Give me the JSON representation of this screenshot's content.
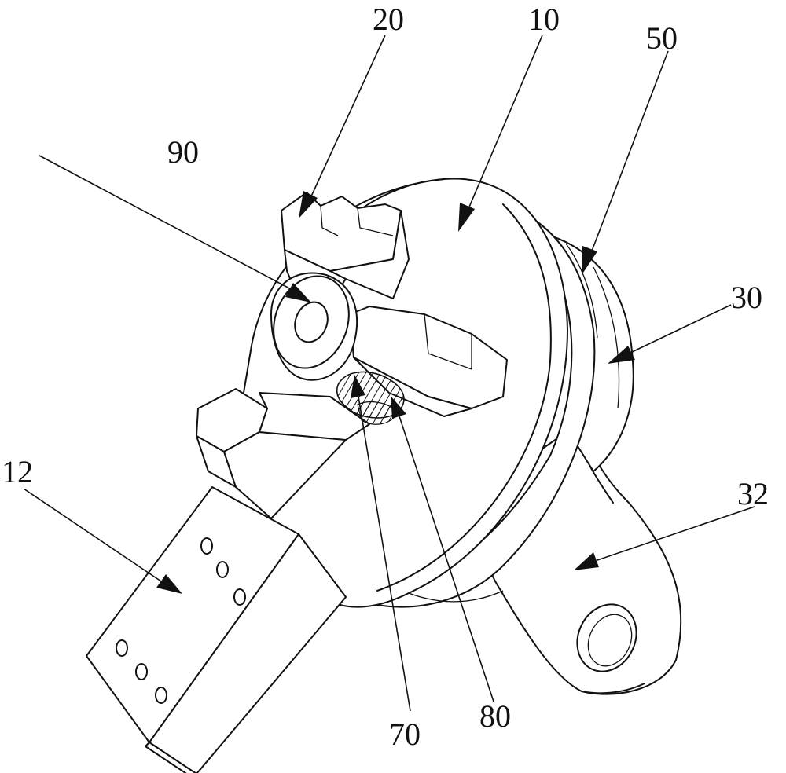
{
  "figure": {
    "labels": [
      {
        "key": "l20",
        "text": "20"
      },
      {
        "key": "l10",
        "text": "10"
      },
      {
        "key": "l50",
        "text": "50"
      },
      {
        "key": "l90",
        "text": "90"
      },
      {
        "key": "l30",
        "text": "30"
      },
      {
        "key": "l12",
        "text": "12"
      },
      {
        "key": "l32",
        "text": "32"
      },
      {
        "key": "l70",
        "text": "70"
      },
      {
        "key": "l80",
        "text": "80"
      }
    ]
  }
}
